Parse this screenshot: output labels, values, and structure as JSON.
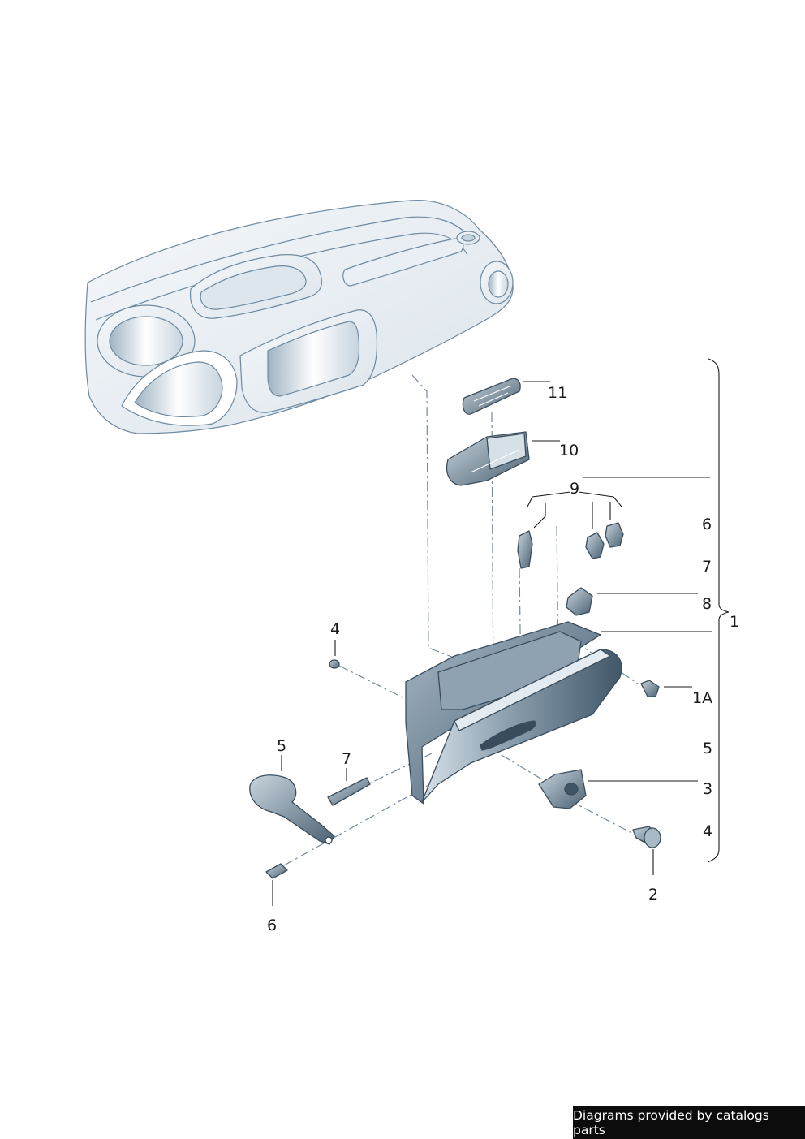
{
  "callouts": {
    "c11": "11",
    "c10": "10",
    "c9": "9",
    "c6r": "6",
    "c7r": "7",
    "c8r": "8",
    "c1": "1",
    "c4": "4",
    "c1a": "1A",
    "c5r": "5",
    "c5l": "5",
    "c7l": "7",
    "c3": "3",
    "c4r": "4",
    "c2": "2",
    "c6l": "6"
  },
  "credit": "Diagrams provided by catalogs parts",
  "colors": {
    "dashboard_fill": "#eef3f7",
    "dashboard_stroke": "#6f8aa0",
    "part_fill": "#6f8596",
    "part_dark": "#3f5566",
    "part_light": "#a9bac7"
  }
}
